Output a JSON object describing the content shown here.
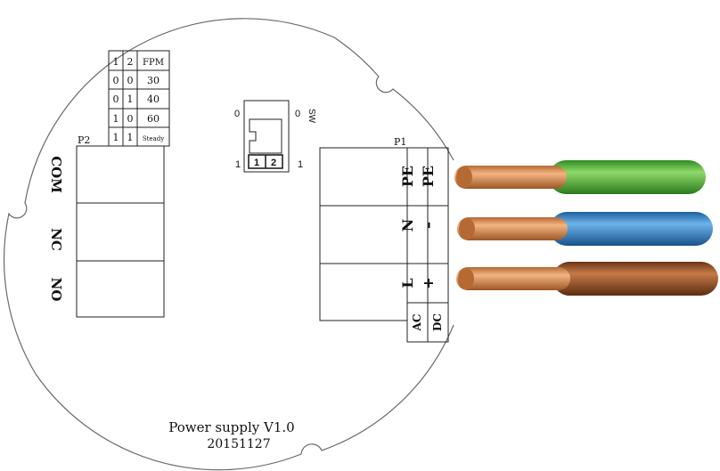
{
  "dip_table": {
    "header": [
      "1",
      "2",
      "FPM"
    ],
    "rows": [
      [
        "0",
        "0",
        "30"
      ],
      [
        "0",
        "1",
        "40"
      ],
      [
        "1",
        "0",
        "60"
      ],
      [
        "1",
        "1",
        "Steady"
      ]
    ]
  },
  "switch": {
    "top_left": "0",
    "top_right": "0",
    "name": "SW",
    "bottom_left": "1",
    "bottom_right": "1",
    "pos1": "1",
    "pos2": "2"
  },
  "p2": {
    "label": "P2",
    "terminals": [
      "COM",
      "NC",
      "NO"
    ]
  },
  "p1": {
    "label": "P1",
    "ac_labels": [
      "PE",
      "N",
      "L"
    ],
    "dc_labels": [
      "PE",
      "–",
      "+"
    ],
    "ac_footer": "AC",
    "dc_footer": "DC"
  },
  "board": {
    "title": "Power supply V1.0",
    "date": "20151127"
  },
  "wires": [
    {
      "name": "pe",
      "insulation_color": "#4aa832"
    },
    {
      "name": "neutral",
      "insulation_color": "#2e7fc4"
    },
    {
      "name": "live",
      "insulation_color": "#8a4a22"
    }
  ],
  "colors": {
    "copper": "#d98c4e",
    "outline": "#555555"
  }
}
